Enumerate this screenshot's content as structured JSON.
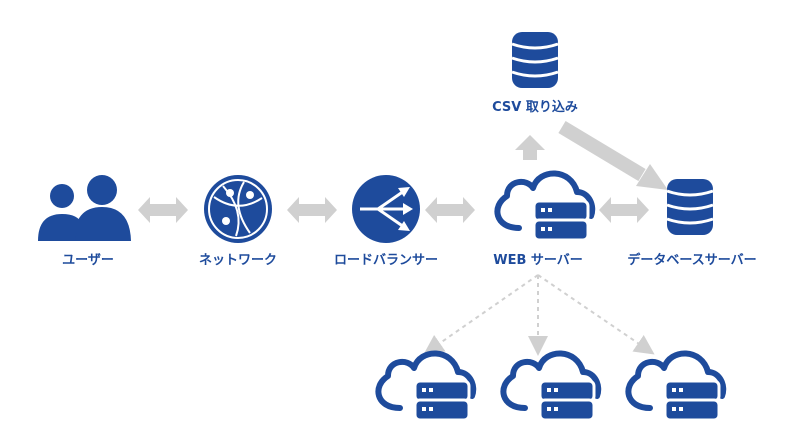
{
  "colors": {
    "primary": "#1e4b9c",
    "arrow": "#d0d0d0"
  },
  "nodes": {
    "users": {
      "label": "ユーザー",
      "icon": "users-icon"
    },
    "network": {
      "label": "ネットワーク",
      "icon": "globe-network-icon"
    },
    "load_balancer": {
      "label": "ロードバランサー",
      "icon": "load-balancer-icon"
    },
    "web_server": {
      "label": "WEB サーバー",
      "icon": "cloud-server-icon"
    },
    "db_server": {
      "label": "データベースサーバー",
      "icon": "database-icon"
    },
    "csv_import": {
      "label": "CSV 取り込み",
      "icon": "database-icon"
    },
    "sub_servers": [
      {
        "icon": "cloud-server-icon"
      },
      {
        "icon": "cloud-server-icon"
      },
      {
        "icon": "cloud-server-icon"
      }
    ]
  }
}
